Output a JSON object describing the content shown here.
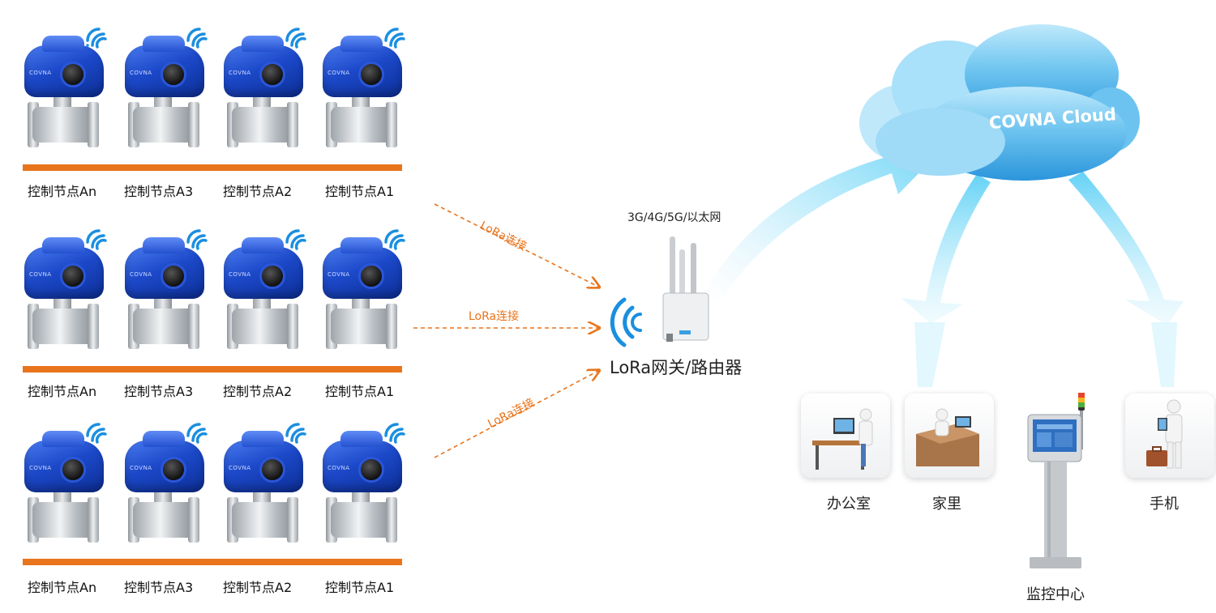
{
  "rows": [
    {
      "nodes": [
        "控制节点An",
        "控制节点A3",
        "控制节点A2",
        "控制节点A1"
      ]
    },
    {
      "nodes": [
        "控制节点An",
        "控制节点A3",
        "控制节点A2",
        "控制节点A1"
      ]
    },
    {
      "nodes": [
        "控制节点An",
        "控制节点A3",
        "控制节点A2",
        "控制节点A1"
      ]
    }
  ],
  "valve_brand": "COVNA",
  "links": [
    "LoRa连接",
    "LoRa连接",
    "LoRa连接"
  ],
  "gateway": {
    "network": "3G/4G/5G/以太网",
    "name": "LoRa网关/路由器"
  },
  "cloud": {
    "name": "COVNA Cloud"
  },
  "destinations": {
    "office": "办公室",
    "home": "家里",
    "monitor": "监控中心",
    "phone": "手机"
  },
  "colors": {
    "valve_blue": "#1c49c9",
    "link_orange": "#e8741c",
    "cloud_blue": "#39a8e6",
    "wifi_blue": "#1a8fe0"
  }
}
